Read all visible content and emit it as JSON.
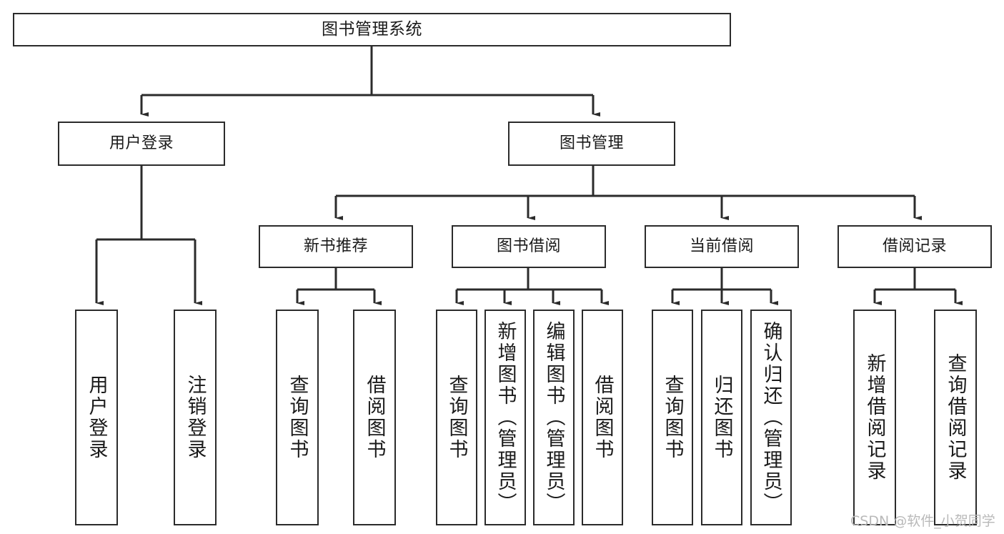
{
  "diagram": {
    "type": "tree-hierarchy",
    "title_node": {
      "label": "图书管理系统"
    },
    "level1": [
      {
        "id": "user-login",
        "label": "用户登录"
      },
      {
        "id": "book-management",
        "label": "图书管理"
      }
    ],
    "level2": [
      {
        "id": "new-book-recommend",
        "label": "新书推荐",
        "parent": "book-management"
      },
      {
        "id": "book-borrow",
        "label": "图书借阅",
        "parent": "book-management"
      },
      {
        "id": "current-borrow",
        "label": "当前借阅",
        "parent": "book-management"
      },
      {
        "id": "borrow-record",
        "label": "借阅记录",
        "parent": "book-management"
      }
    ],
    "leaves": {
      "user_login": [
        {
          "id": "leaf-user-login",
          "label": "用户登录"
        },
        {
          "id": "leaf-logout-login",
          "label": "注销登录"
        }
      ],
      "new_book_recommend": [
        {
          "id": "leaf-query-book-1",
          "label": "查询图书"
        },
        {
          "id": "leaf-borrow-book-1",
          "label": "借阅图书"
        }
      ],
      "book_borrow": [
        {
          "id": "leaf-query-book-2",
          "label": "查询图书"
        },
        {
          "id": "leaf-add-book",
          "label": "新增图书（管理员）"
        },
        {
          "id": "leaf-edit-book",
          "label": "编辑图书（管理员）"
        },
        {
          "id": "leaf-borrow-book-2",
          "label": "借阅图书"
        }
      ],
      "current_borrow": [
        {
          "id": "leaf-query-book-3",
          "label": "查询图书"
        },
        {
          "id": "leaf-return-book",
          "label": "归还图书"
        },
        {
          "id": "leaf-confirm-return",
          "label": "确认归还（管理员）"
        }
      ],
      "borrow_record": [
        {
          "id": "leaf-add-record",
          "label": "新增借阅记录"
        },
        {
          "id": "leaf-query-record",
          "label": "查询借阅记录"
        }
      ]
    }
  },
  "watermark": {
    "text": "CSDN @软件_小贺同学"
  },
  "colors": {
    "stroke": "#2b2b2b",
    "background": "#ffffff",
    "text": "#1a1a1a",
    "watermark": "#b9b9b9"
  }
}
